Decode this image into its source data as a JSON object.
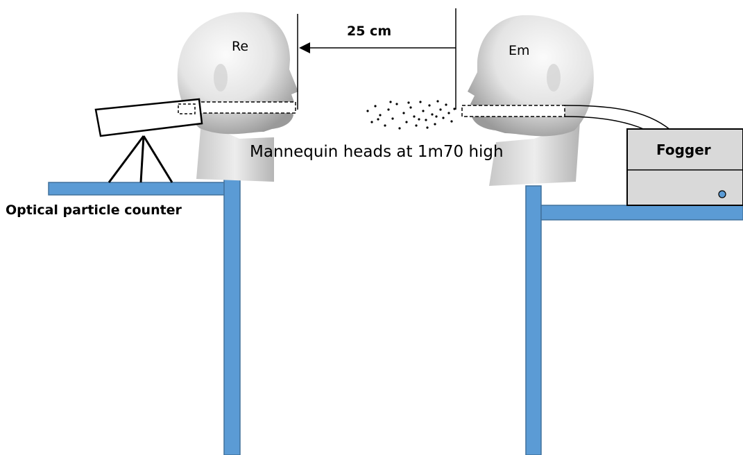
{
  "labels": {
    "receiver": "Re",
    "emitter": "Em",
    "distance": "25 cm",
    "heads_note": "Mannequin heads at 1m70 high",
    "fogger": "Fogger",
    "counter": "Optical particle counter"
  },
  "colors": {
    "table": "#5b9bd5",
    "table_stroke": "#41719c",
    "head_light": "#f2f2f2",
    "head_shadow": "#8c8c8c",
    "fogger_fill": "#d9d9d9",
    "ink": "#000000"
  }
}
